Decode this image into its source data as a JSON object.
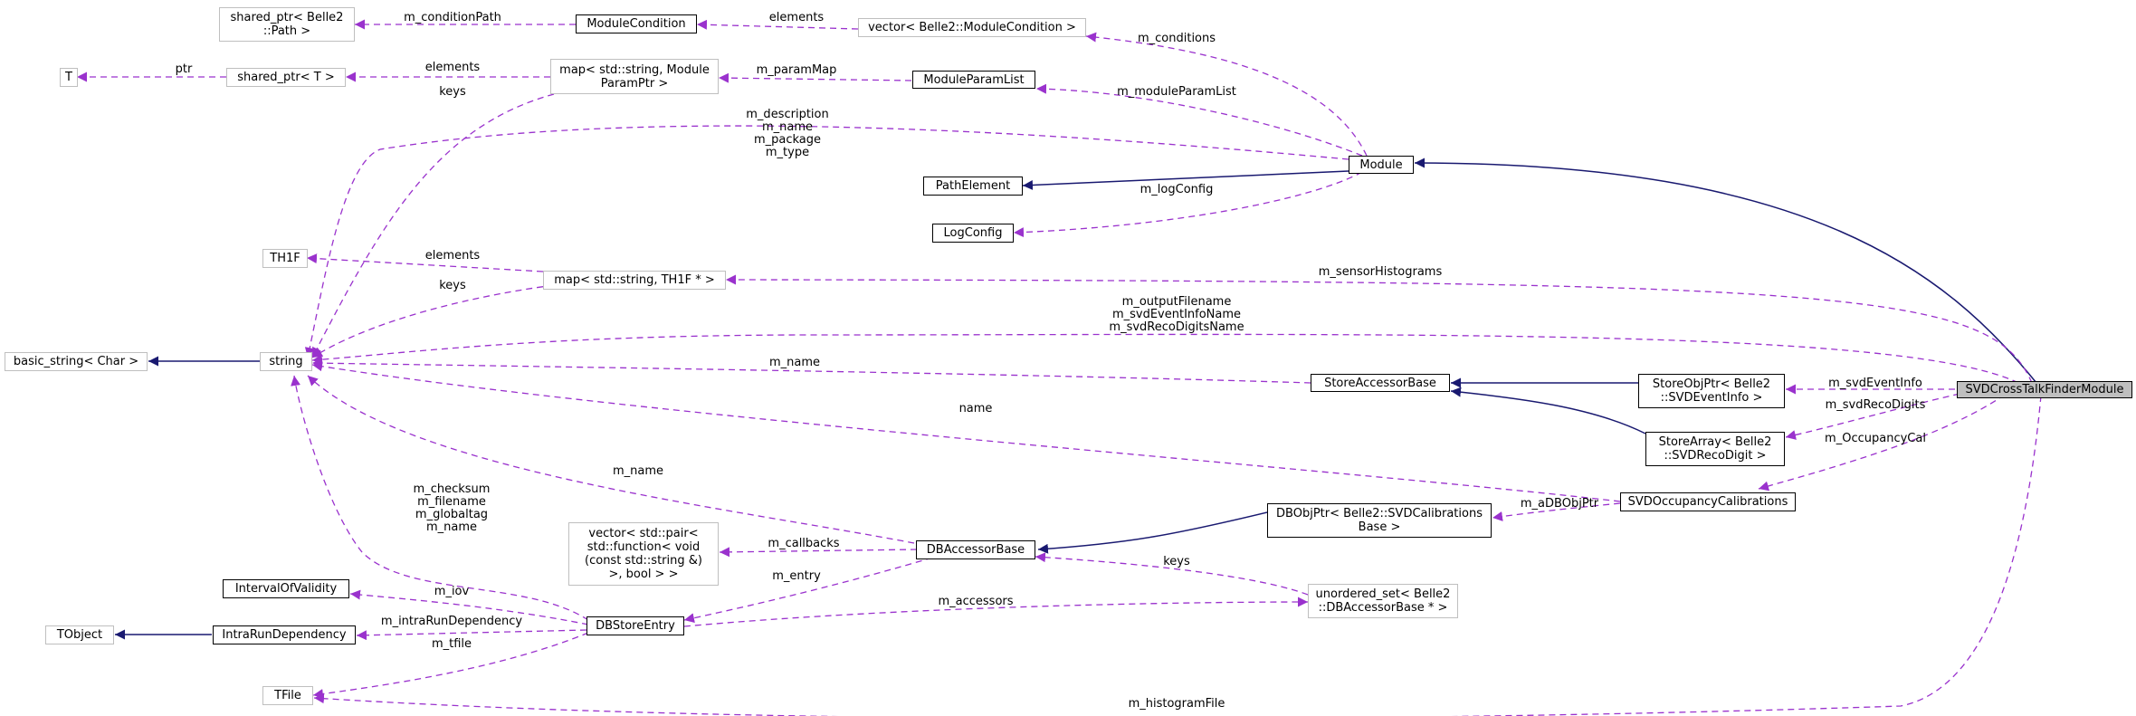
{
  "nodes": {
    "svdcrosstalk": "SVDCrossTalkFinderModule",
    "module": "Module",
    "pathelement": "PathElement",
    "logconfig": "LogConfig",
    "moduleparamlist": "ModuleParamList",
    "moduleparammap": "map< std::string, Module\nParamPtr >",
    "modulecondition": "ModuleCondition",
    "vectormodulecondition": "vector< Belle2::ModuleCondition >",
    "sharedptrpath": "shared_ptr< Belle2\n::Path >",
    "sharedptrt": "shared_ptr< T >",
    "t": "T",
    "string": "string",
    "basicstring": "basic_string< Char >",
    "th1f": "TH1F",
    "mapth1f": "map< std::string, TH1F * >",
    "storeaccessorbase": "StoreAccessorBase",
    "storeobjptr": "StoreObjPtr< Belle2\n::SVDEventInfo >",
    "storearray": "StoreArray< Belle2\n::SVDRecoDigit >",
    "svdoccupancy": "SVDOccupancyCalibrations",
    "dbobjptr": "DBObjPtr< Belle2::SVDCalibrations\nBase >",
    "dbaccessorbase": "DBAccessorBase",
    "vectorpair": "vector< std::pair<\n std::function< void\n(const std::string &)\n>, bool > >",
    "unorderedset": "unordered_set< Belle2\n::DBAccessorBase * >",
    "dbstoreentry": "DBStoreEntry",
    "intervalofvalidity": "IntervalOfValidity",
    "intrarundependency": "IntraRunDependency",
    "tobject": "TObject",
    "tfile": "TFile"
  },
  "edge_labels": {
    "m_conditionPath": "m_conditionPath",
    "elements_cond": "elements",
    "m_conditions": "m_conditions",
    "ptr": "ptr",
    "elements_param": "elements",
    "m_paramMap": "m_paramMap",
    "keys_param": "keys",
    "m_moduleParamList": "m_moduleParamList",
    "module_strings": "m_description\nm_name\nm_package\nm_type",
    "m_logConfig": "m_logConfig",
    "elements_th1f": "elements",
    "keys_th1f": "keys",
    "m_sensorHistograms": "m_sensorHistograms",
    "svd_strings": "m_outputFilename\nm_svdEventInfoName\nm_svdRecoDigitsName",
    "m_name_store": "m_name",
    "m_svdEventInfo": "m_svdEventInfo",
    "m_svdRecoDigits": "m_svdRecoDigits",
    "name": "name",
    "m_OccupancyCal": "m_OccupancyCal",
    "m_aDBObjPtr": "m_aDBObjPtr",
    "m_name_db": "m_name",
    "dbstore_strings": "m_checksum\nm_filename\nm_globaltag\nm_name",
    "m_callbacks": "m_callbacks",
    "keys_db": "keys",
    "m_entry": "m_entry",
    "m_iov": "m_iov",
    "m_accessors": "m_accessors",
    "m_intraRunDependency": "m_intraRunDependency",
    "m_tfile": "m_tfile",
    "m_histogramFile": "m_histogramFile"
  },
  "colors": {
    "inheritance": "#191970",
    "usage": "#9a32cd",
    "gray_border": "#bfbfbf",
    "highlight_fill": "#bfbfbf"
  }
}
